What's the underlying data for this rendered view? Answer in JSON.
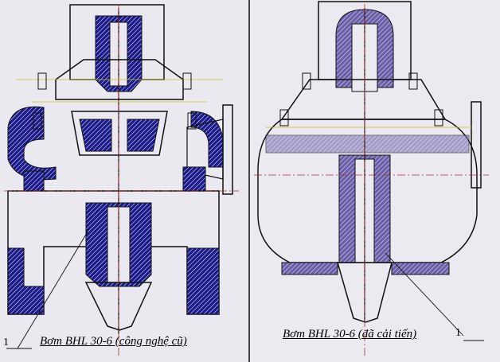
{
  "left": {
    "caption": "Bơm BHL 30-6 (công nghệ cũ)",
    "callout": "1"
  },
  "right": {
    "caption": "Bơm BHL 30-6 (đã cải tiến)",
    "callout": "1"
  },
  "colors": {
    "hatch": "#1a1a8c",
    "outline": "#111111",
    "background": "#e9e9ef",
    "centerline": "#b03030",
    "dimension": "#c8c020"
  }
}
